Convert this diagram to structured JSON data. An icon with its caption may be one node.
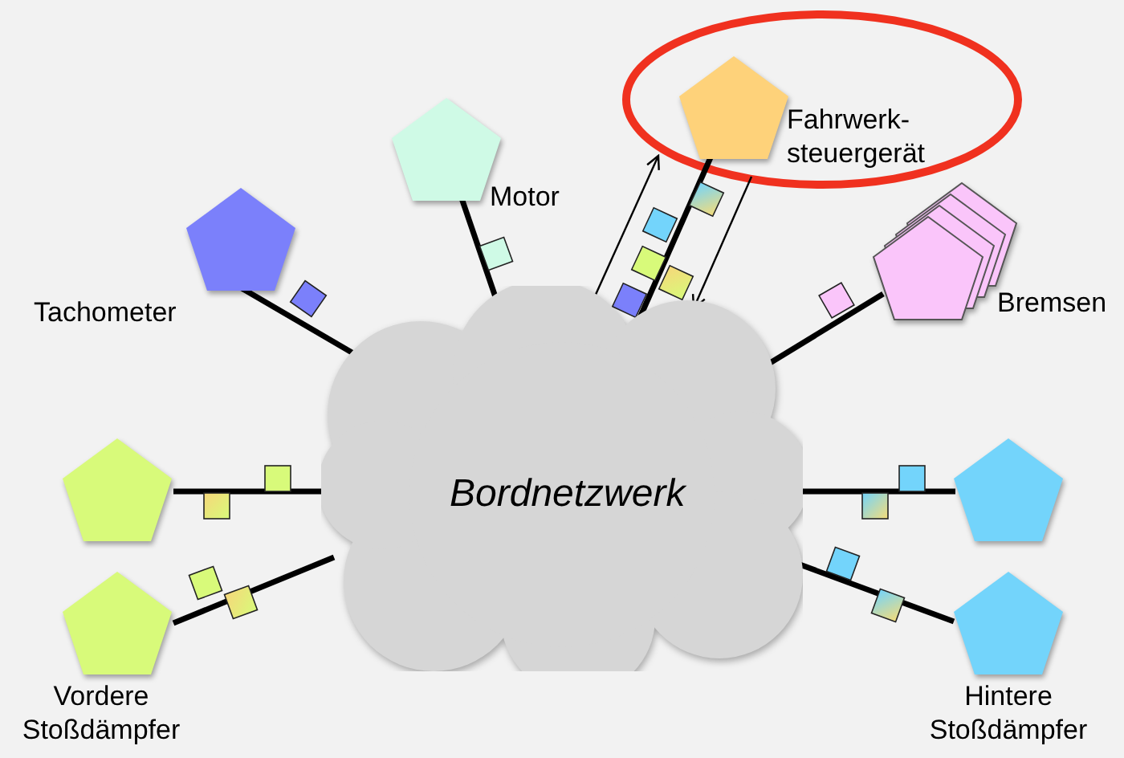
{
  "diagram": {
    "nodes": [
      {
        "text": [
          "Bordnetzwerk"
        ]
      },
      {
        "text": [
          "Tachometer"
        ]
      },
      {
        "text": [
          "Motor"
        ]
      },
      {
        "text": [
          "Fahrwerk- steuergerät"
        ]
      },
      {
        "text": [
          "Bremsen"
        ]
      },
      {
        "text": [],
        "shape": "pentagon"
      },
      {
        "text": [
          "Vordere Stoßdämpfer"
        ]
      },
      {
        "text": [],
        "shape": "pentagon"
      },
      {
        "text": [
          "Hintere Stoßdämpfer"
        ]
      }
    ],
    "edges": [
      {
        "from": 1,
        "to": 0,
        "arrow": "none"
      },
      {
        "from": 2,
        "to": 0,
        "arrow": "none"
      },
      {
        "from": 3,
        "to": 0,
        "arrow": "none"
      },
      {
        "from": 4,
        "to": 0,
        "arrow": "none"
      },
      {
        "from": 5,
        "to": 0,
        "arrow": "none"
      },
      {
        "from": 6,
        "to": 0,
        "arrow": "none"
      },
      {
        "from": 7,
        "to": 0,
        "arrow": "none"
      },
      {
        "from": 8,
        "to": 0,
        "arrow": "none"
      }
    ]
  }
}
